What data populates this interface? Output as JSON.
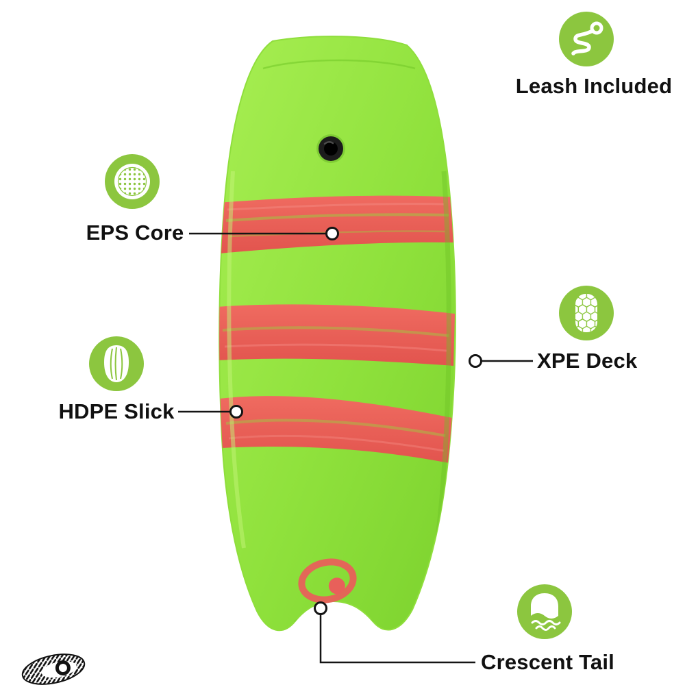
{
  "colors": {
    "icon_green": "#8CC63F",
    "board_green_light": "#A4EC50",
    "board_green_dark": "#7FD430",
    "stripe_coral": "#E8605A",
    "line_black": "#141414",
    "text": "#111111"
  },
  "callouts": {
    "leash": {
      "label": "Leash Included"
    },
    "eps": {
      "label": "EPS Core"
    },
    "xpe": {
      "label": "XPE Deck"
    },
    "hdpe": {
      "label": "HDPE Slick"
    },
    "crescent": {
      "label": "Crescent Tail"
    }
  }
}
